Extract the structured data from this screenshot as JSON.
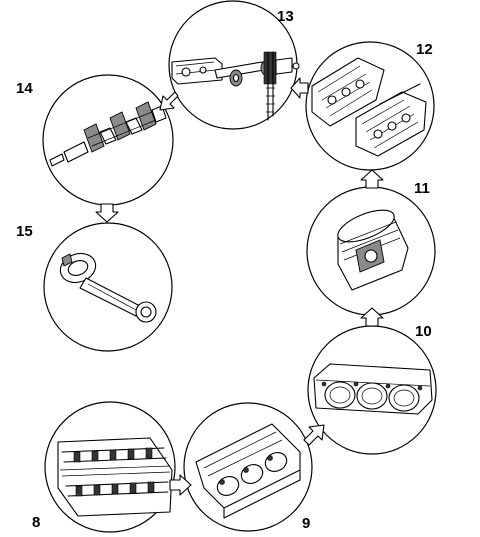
{
  "steps": [
    {
      "number": "8",
      "icon": "cylinder-head-camshafts-icon"
    },
    {
      "number": "9",
      "icon": "cylinder-head-icon"
    },
    {
      "number": "10",
      "icon": "engine-block-icon"
    },
    {
      "number": "11",
      "icon": "piston-icon"
    },
    {
      "number": "12",
      "icon": "crankcase-halves-icon"
    },
    {
      "number": "13",
      "icon": "oil-pump-timing-chain-icon"
    },
    {
      "number": "14",
      "icon": "crankshaft-icon"
    },
    {
      "number": "15",
      "icon": "connecting-rod-icon"
    }
  ]
}
